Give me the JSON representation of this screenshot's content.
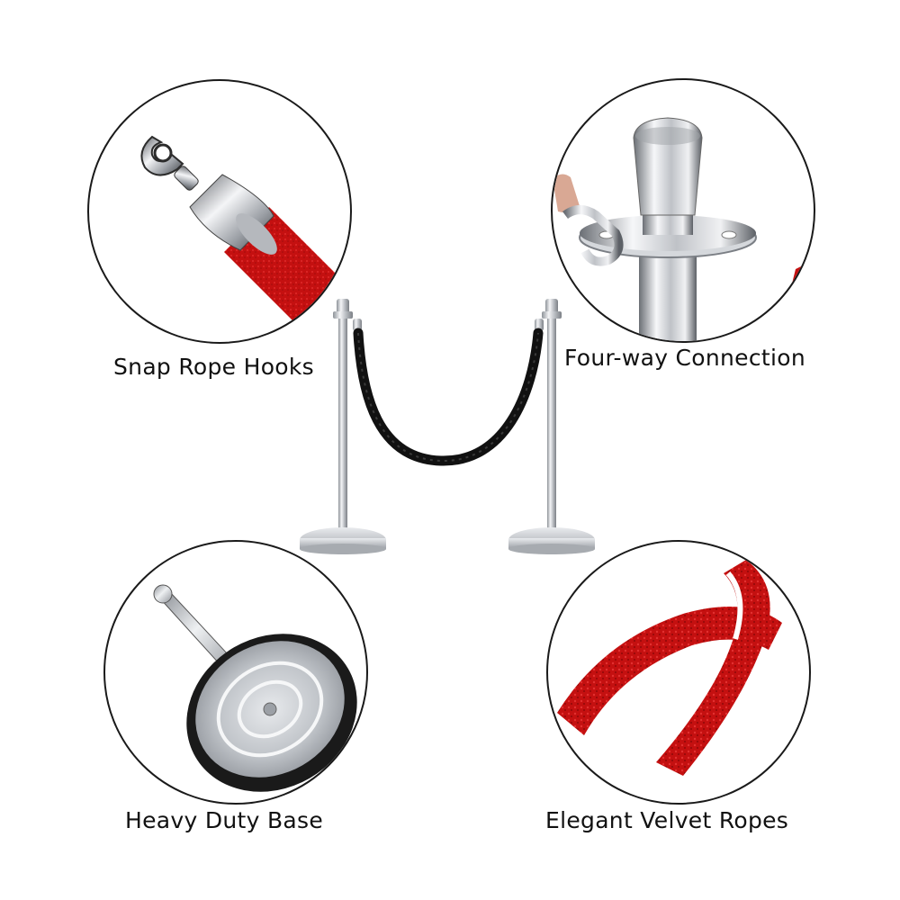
{
  "features": {
    "snap_hooks": {
      "label": "Snap Rope Hooks",
      "icon": "snap-hook-icon"
    },
    "four_way": {
      "label": "Four-way Connection",
      "icon": "post-top-icon"
    },
    "heavy_base": {
      "label": "Heavy Duty Base",
      "icon": "base-icon"
    },
    "velvet_ropes": {
      "label": "Elegant Velvet Ropes",
      "icon": "velvet-rope-icon"
    }
  },
  "colors": {
    "velvet_red": "#c41010",
    "chrome": "#c9ccd1",
    "rope_black": "#111111"
  }
}
